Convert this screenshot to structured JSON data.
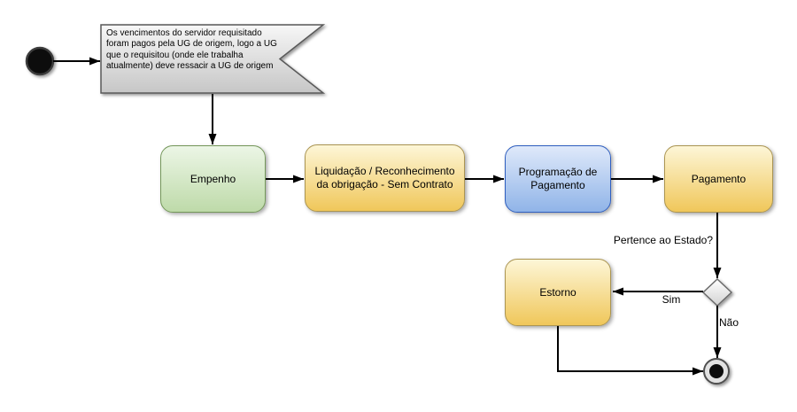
{
  "diagram": {
    "type": "flowchart-activity-diagram",
    "background_color": "#ffffff",
    "note": {
      "text": "Os vencimentos do servidor requisitado foram pagos pela UG de origem, logo a UG que o requisitou (onde ele trabalha atualmente) deve ressacir a UG de origem",
      "fill_top": "#f7f7f7",
      "fill_bottom": "#c6c6c6",
      "border_color": "#585858"
    },
    "nodes": {
      "empenho": {
        "label": "Empenho",
        "fill_top": "#ecf6e6",
        "fill_bottom": "#bedaa9",
        "border_color": "#74975a"
      },
      "liquidacao": {
        "label": "Liquidação / Reconhecimento da obrigação - Sem Contrato",
        "fill_top": "#fdf6d7",
        "fill_bottom": "#f0c75a",
        "border_color": "#ab9552"
      },
      "programacao": {
        "label": "Programação de Pagamento",
        "fill_top": "#dfe9fa",
        "fill_bottom": "#90b4e8",
        "border_color": "#2f5fc0"
      },
      "pagamento": {
        "label": "Pagamento",
        "fill_top": "#fdf6d7",
        "fill_bottom": "#f0c75a",
        "border_color": "#ab9552"
      },
      "estorno": {
        "label": "Estorno",
        "fill_top": "#fdf6d7",
        "fill_bottom": "#f0c75a",
        "border_color": "#ab9552"
      }
    },
    "decision": {
      "question": "Pertence ao Estado?",
      "yes_label": "Sim",
      "no_label": "Não",
      "diamond_fill_top": "#ffffff",
      "diamond_fill_bottom": "#d2d2d2",
      "diamond_border_color": "#6b6b6b"
    },
    "connector_color": "#000000"
  }
}
